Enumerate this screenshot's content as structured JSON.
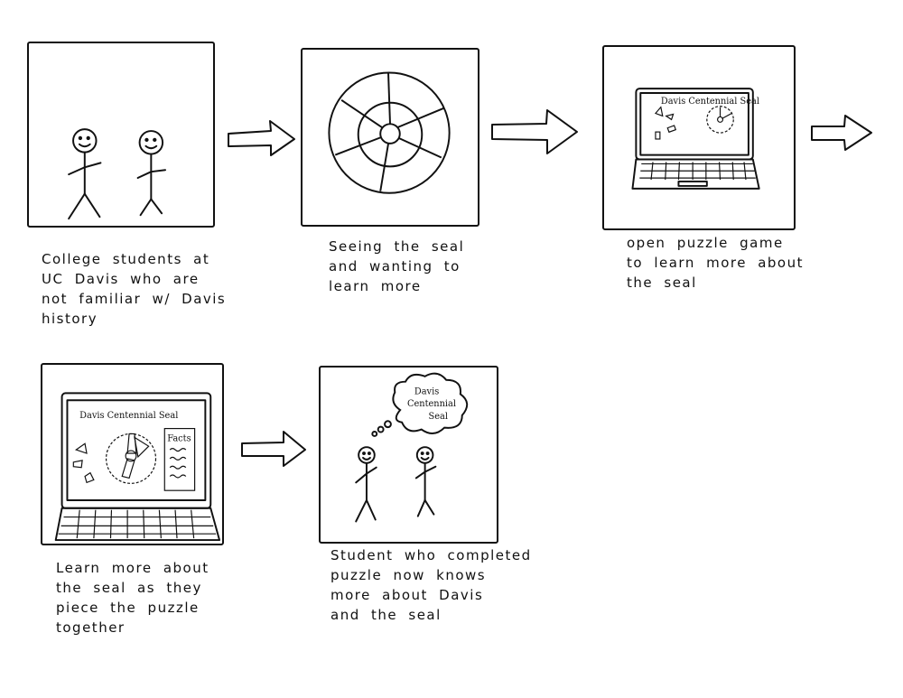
{
  "storyboard": {
    "captions": {
      "panel1": "College students at\nUC Davis who are\nnot familiar w/ Davis\nhistory",
      "panel2": "Seeing the seal\nand wanting to\nlearn more",
      "panel3": "open puzzle game\nto learn more about\nthe seal",
      "panel4": "Learn more about\nthe seal as they\npiece the puzzle\ntogether",
      "panel5": "Student who completed\npuzzle now knows\nmore about Davis\nand the seal"
    },
    "screen_titles": {
      "laptop1": "Davis Centennial Seal",
      "laptop2": "Davis Centennial Seal"
    },
    "facts_label": "Facts",
    "thought_bubble": {
      "line1": "Davis",
      "line2": "Centennial",
      "line3": "Seal"
    }
  }
}
